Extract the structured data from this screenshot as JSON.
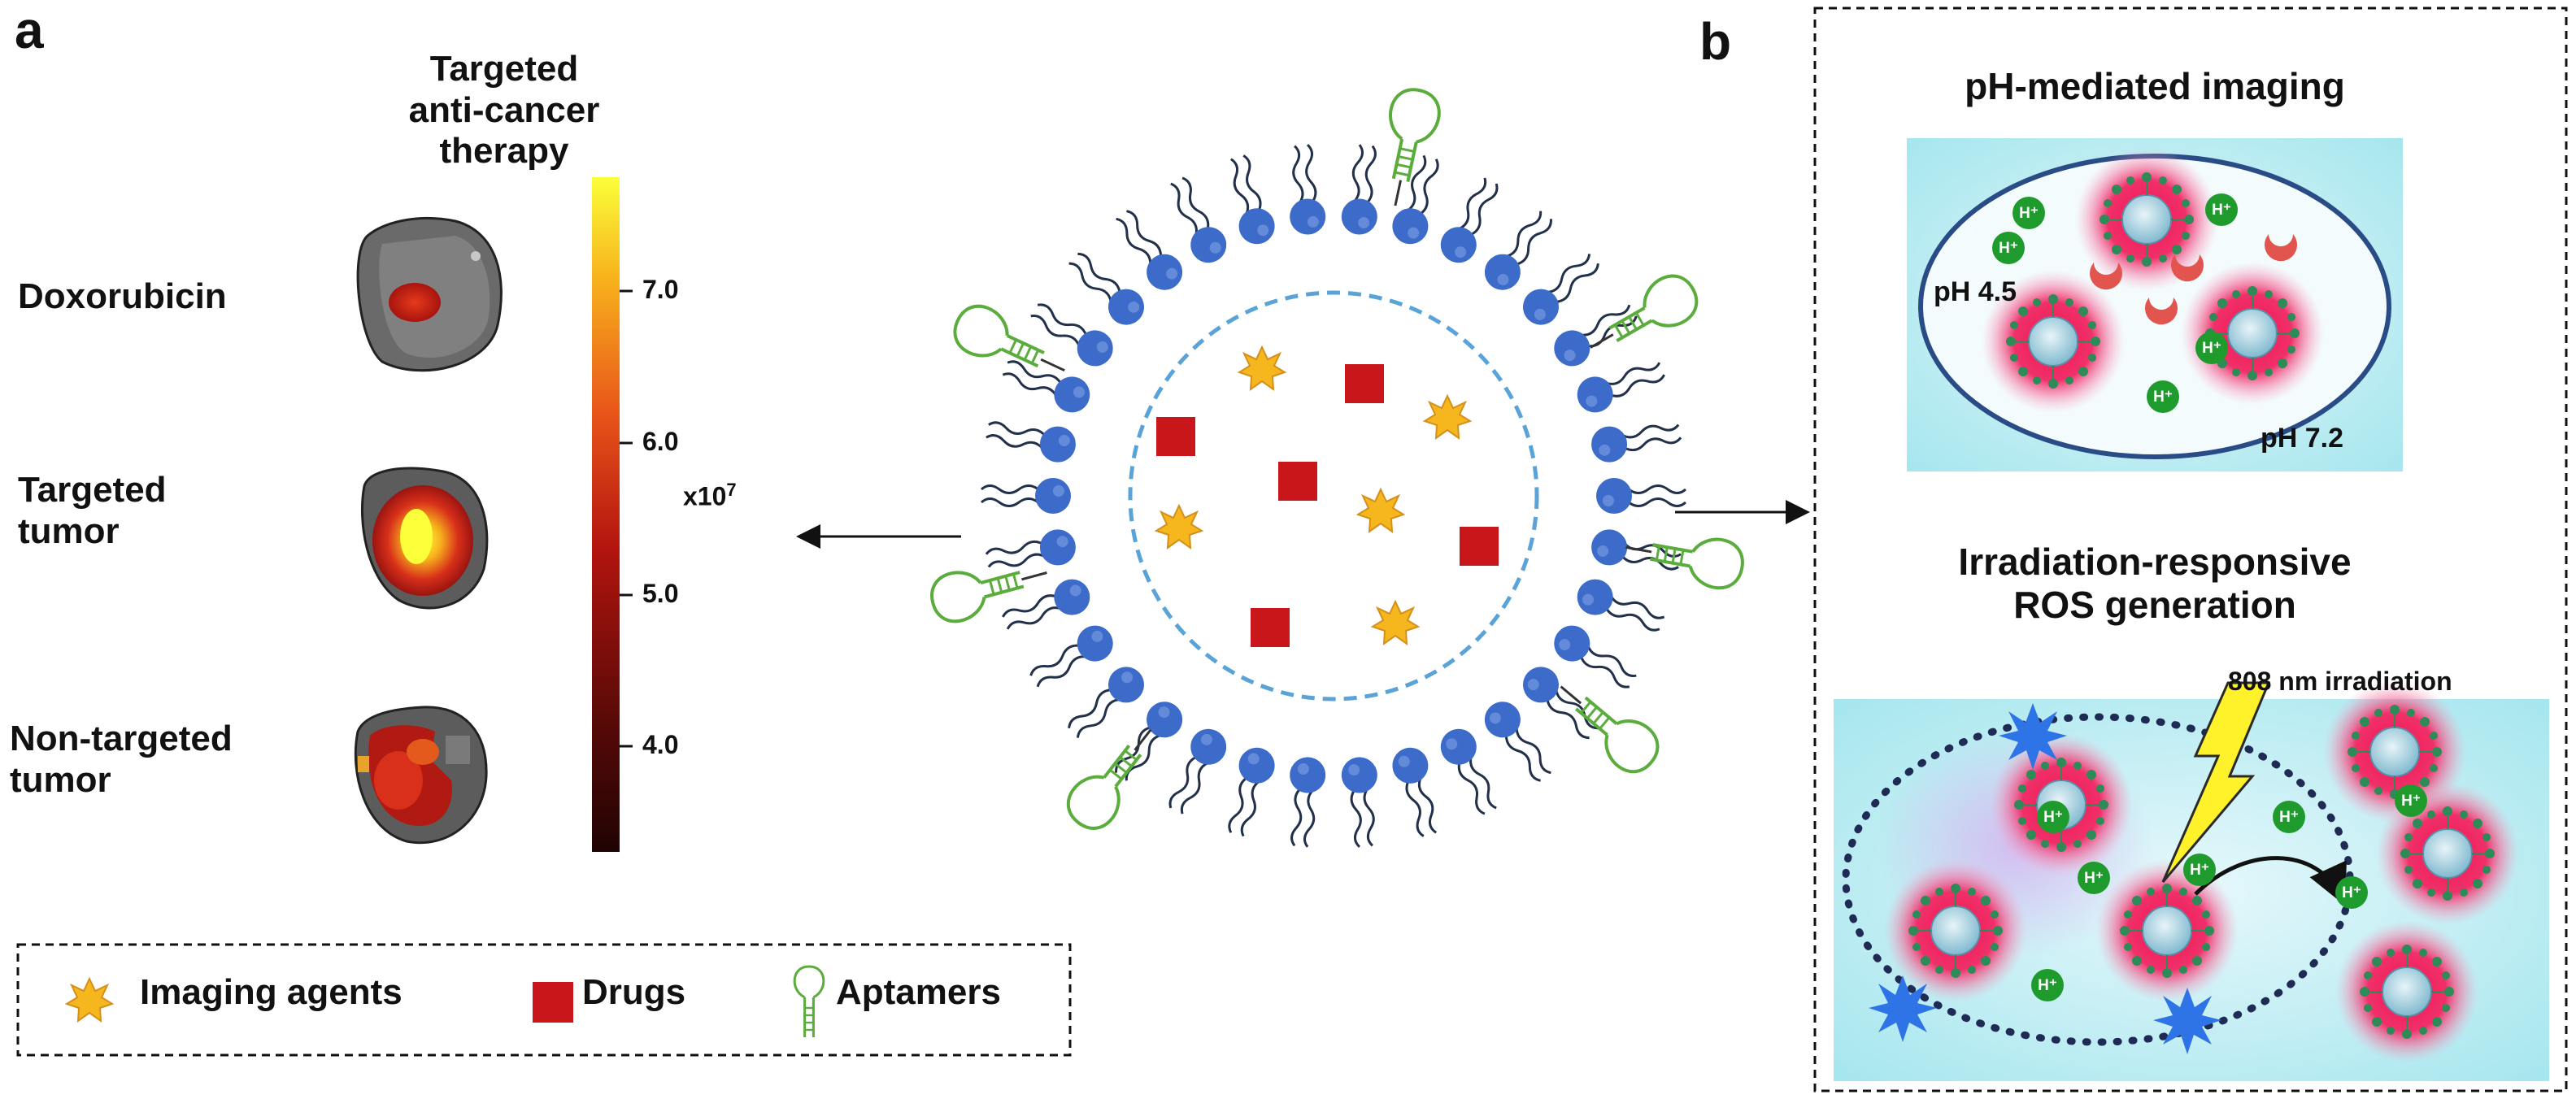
{
  "panel_a": {
    "letter": "a",
    "title_line1": "Targeted",
    "title_line2": "anti-cancer therapy",
    "rows": [
      {
        "line1": "Doxorubicin",
        "line2": ""
      },
      {
        "line1": "Targeted",
        "line2": "tumor"
      },
      {
        "line1": "Non-targeted",
        "line2": "tumor"
      }
    ],
    "colorbar": {
      "ticks": [
        "7.0",
        "6.0",
        "5.0",
        "4.0"
      ],
      "unit_base": "x10",
      "unit_exp": "7",
      "colors": [
        "#fbff3a",
        "#f7b21c",
        "#e8551a",
        "#b3140e",
        "#5a0a08",
        "#200303"
      ]
    }
  },
  "legend": {
    "items": [
      {
        "icon": "star-icon",
        "label": "Imaging agents"
      },
      {
        "icon": "square-icon",
        "label": "Drugs"
      },
      {
        "icon": "aptamer-icon",
        "label": "Aptamers"
      }
    ]
  },
  "panel_b": {
    "letter": "b",
    "top_title": "pH-mediated imaging",
    "ph_inner": "pH 4.5",
    "ph_outer": "pH 7.2",
    "proton": "H⁺",
    "bottom_title_line1": "Irradiation-responsive",
    "bottom_title_line2": "ROS generation",
    "irradiation": "808 nm irradiation"
  },
  "colors": {
    "lipid_head": "#3d6bc9",
    "drug": "#c8161a",
    "star": "#f5b61e",
    "aptamer": "#5aac3c",
    "proton": "#1f9b2e",
    "cyan_bg": "#aee9ef"
  }
}
